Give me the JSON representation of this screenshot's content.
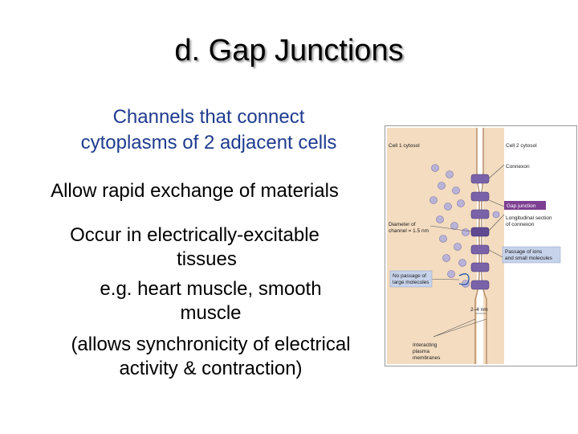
{
  "slide": {
    "title": "d.  Gap Junctions",
    "line1a": "Channels that connect",
    "line1b": "cytoplasms of 2 adjacent cells",
    "line2": "Allow rapid exchange of materials",
    "line3a": "Occur in electrically-excitable",
    "line3b": "tissues",
    "line4a": "e.g. heart muscle, smooth",
    "line4b": "muscle",
    "line5a": "(allows synchronicity of electrical",
    "line5b": "activity & contraction)"
  },
  "figure": {
    "cell1": "Cell 1 cytosol",
    "cell2": "Cell 2 cytosol",
    "connexon": "Connexon",
    "gap_junction": "Gap junction",
    "long1": "Longitudinal section",
    "long2": "of connexon",
    "diam1": "Diameter of",
    "diam2": "channel = 1.5 nm",
    "pass1": "Passage of ions",
    "pass2": "and small molecules",
    "nopass1": "No passage of",
    "nopass2": "large molecules",
    "gap": "2–4 nm",
    "inter1": "Interacting",
    "inter2": "plasma",
    "inter3": "membranes",
    "colors": {
      "cell": "#f3dcc0",
      "connexon": "#7a62a8",
      "gap_label_bg": "#7d3f92",
      "pass_label_bg": "#c7d3ea"
    }
  }
}
